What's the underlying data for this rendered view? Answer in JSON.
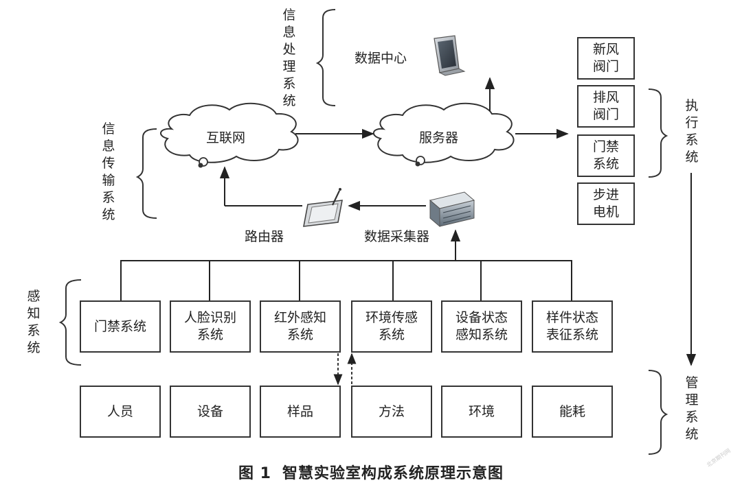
{
  "info_processing": {
    "label": [
      "信",
      "息",
      "处",
      "理",
      "系",
      "统"
    ],
    "data_center": "数据中心"
  },
  "info_transmission": {
    "label": [
      "信",
      "息",
      "传",
      "输",
      "系",
      "统"
    ],
    "internet": "互联网",
    "server": "服务器",
    "router": "路由器",
    "collector": "数据采集器"
  },
  "execution": {
    "label": [
      "执",
      "行",
      "系",
      "统"
    ],
    "items": [
      [
        "新风",
        "阀门"
      ],
      [
        "排风",
        "阀门"
      ],
      [
        "门禁",
        "系统"
      ],
      [
        "步进",
        "电机"
      ]
    ]
  },
  "perception": {
    "label": [
      "感",
      "知",
      "系",
      "统"
    ],
    "items": [
      [
        "门禁系统"
      ],
      [
        "人脸识别",
        "系统"
      ],
      [
        "红外感知",
        "系统"
      ],
      [
        "环境传感",
        "系统"
      ],
      [
        "设备状态",
        "感知系统"
      ],
      [
        "样件状态",
        "表征系统"
      ]
    ]
  },
  "management": {
    "label": [
      "管",
      "理",
      "系",
      "统"
    ],
    "items": [
      "人员",
      "设备",
      "样品",
      "方法",
      "环境",
      "能耗"
    ]
  },
  "caption": {
    "number": "图 1",
    "title": "智慧实验室构成系统原理示意图"
  },
  "watermark": "北京期刊网"
}
